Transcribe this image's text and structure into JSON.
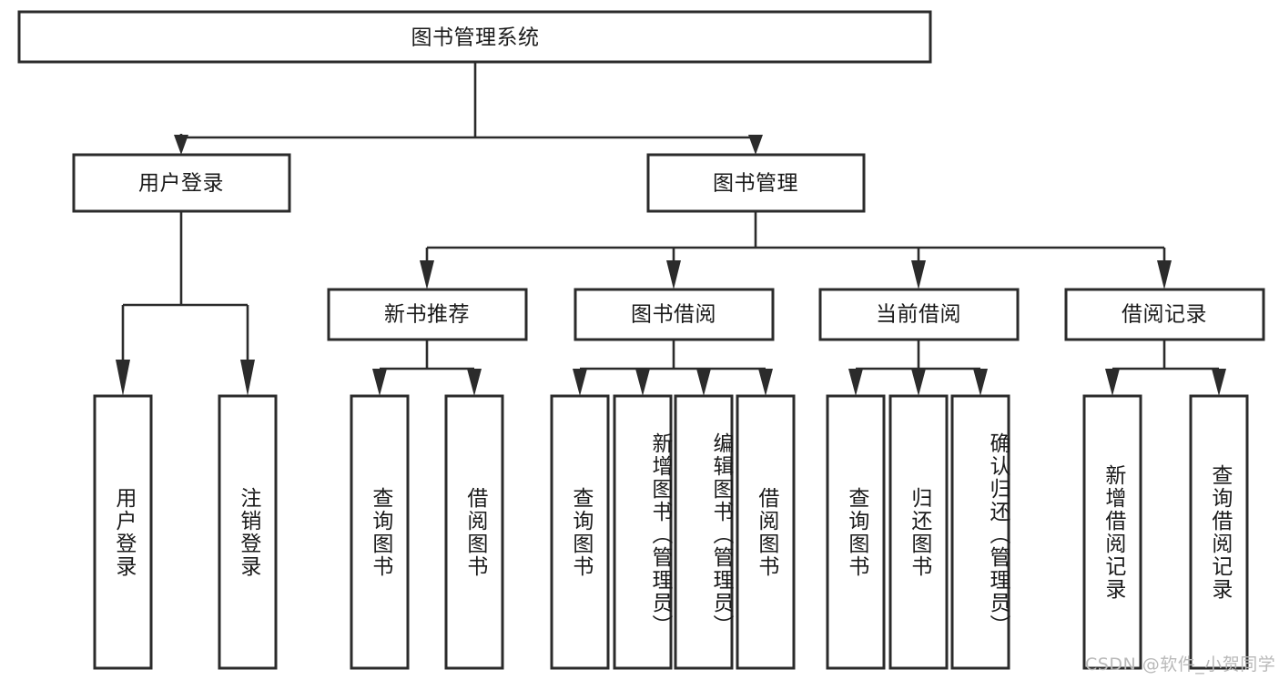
{
  "diagram": {
    "type": "tree-hierarchy",
    "title_node": "图书管理系统",
    "orientation": "top-down",
    "watermark": "CSDN @软件_小贺同学",
    "colors": {
      "stroke": "#2b2b2b",
      "fill": "#ffffff",
      "text": "#1a1a1a",
      "watermark": "#b9b9b9"
    },
    "levels": {
      "root": {
        "label": "图书管理系统"
      },
      "level1": [
        {
          "label": "用户登录"
        },
        {
          "label": "图书管理"
        }
      ],
      "level2": [
        {
          "label": "新书推荐"
        },
        {
          "label": "图书借阅"
        },
        {
          "label": "当前借阅"
        },
        {
          "label": "借阅记录"
        }
      ],
      "leaves": {
        "user_login": [
          {
            "label": "用户登录"
          },
          {
            "label": "注销登录"
          }
        ],
        "new_book_recommend": [
          {
            "label": "查询图书"
          },
          {
            "label": "借阅图书"
          }
        ],
        "book_borrow": [
          {
            "label": "查询图书"
          },
          {
            "label": "新增图书（管理员）"
          },
          {
            "label": "编辑图书（管理员）"
          },
          {
            "label": "借阅图书"
          }
        ],
        "current_borrow": [
          {
            "label": "查询图书"
          },
          {
            "label": "归还图书"
          },
          {
            "label": "确认归还（管理员）"
          }
        ],
        "borrow_record": [
          {
            "label": "新增借阅记录"
          },
          {
            "label": "查询借阅记录"
          }
        ]
      }
    },
    "edges": [
      {
        "from": "图书管理系统",
        "to": "用户登录"
      },
      {
        "from": "图书管理系统",
        "to": "图书管理"
      },
      {
        "from": "用户登录",
        "to": "用户登录"
      },
      {
        "from": "用户登录",
        "to": "注销登录"
      },
      {
        "from": "图书管理",
        "to": "新书推荐"
      },
      {
        "from": "图书管理",
        "to": "图书借阅"
      },
      {
        "from": "图书管理",
        "to": "当前借阅"
      },
      {
        "from": "图书管理",
        "to": "借阅记录"
      },
      {
        "from": "新书推荐",
        "to": "查询图书"
      },
      {
        "from": "新书推荐",
        "to": "借阅图书"
      },
      {
        "from": "图书借阅",
        "to": "查询图书"
      },
      {
        "from": "图书借阅",
        "to": "新增图书（管理员）"
      },
      {
        "from": "图书借阅",
        "to": "编辑图书（管理员）"
      },
      {
        "from": "图书借阅",
        "to": "借阅图书"
      },
      {
        "from": "当前借阅",
        "to": "查询图书"
      },
      {
        "from": "当前借阅",
        "to": "归还图书"
      },
      {
        "from": "当前借阅",
        "to": "确认归还（管理员）"
      },
      {
        "from": "借阅记录",
        "to": "新增借阅记录"
      },
      {
        "from": "借阅记录",
        "to": "查询借阅记录"
      }
    ]
  }
}
